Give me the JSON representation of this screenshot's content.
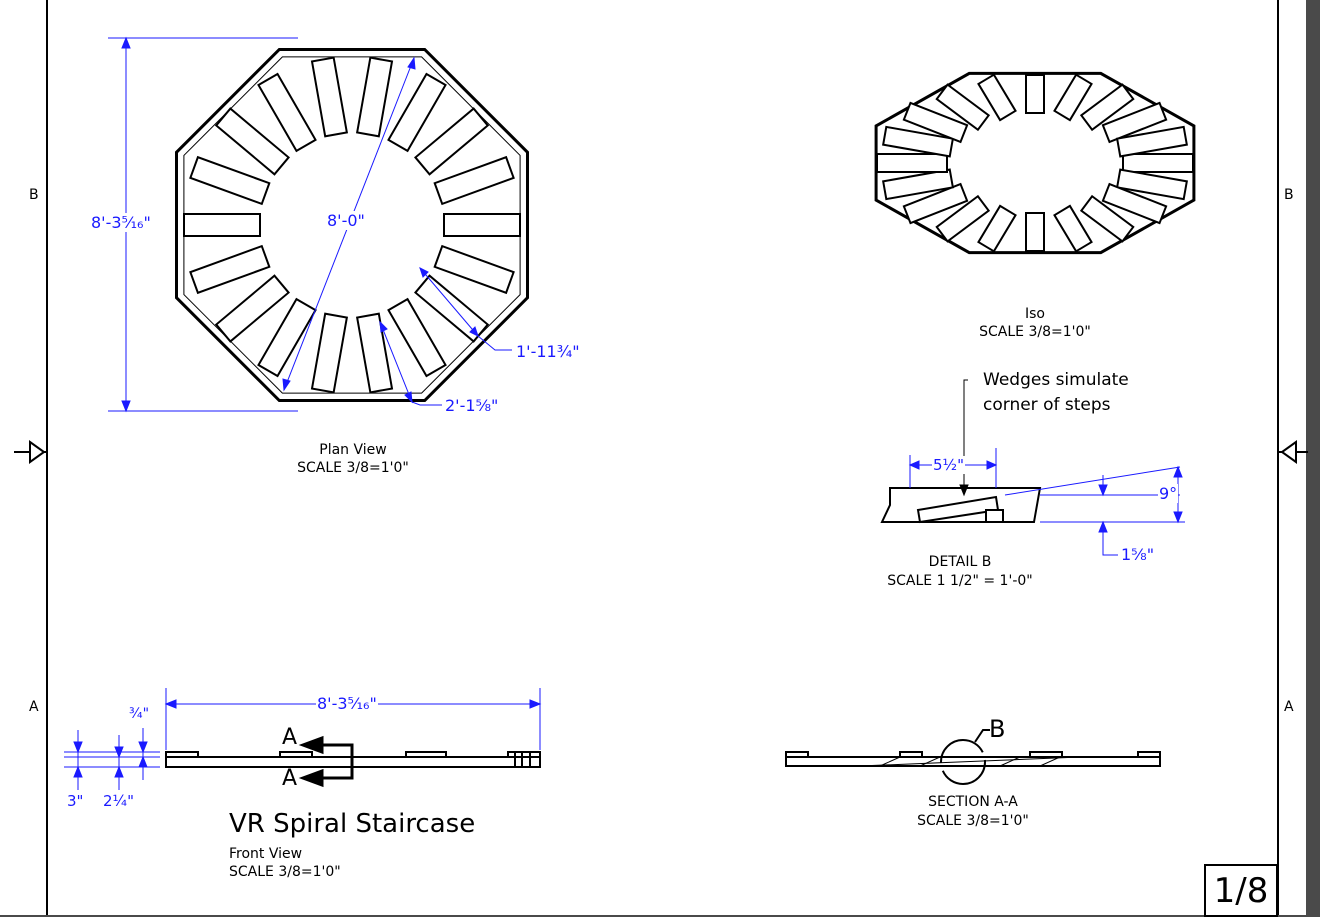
{
  "zones": {
    "left_top": "B",
    "left_bottom": "A",
    "right_top": "B",
    "right_bottom": "A"
  },
  "plan_view": {
    "caption": "Plan View",
    "scale": "SCALE 3/8=1'0\"",
    "dims": {
      "height": "8'-3⁵⁄₁₆\"",
      "diameter": "8'-0\"",
      "step_length": "1'-11¾\"",
      "side": "2'-1⅝\""
    }
  },
  "iso_view": {
    "caption": "Iso",
    "scale": "SCALE 3/8=1'0\""
  },
  "detail_b": {
    "note_line1": "Wedges simulate",
    "note_line2": "corner of steps",
    "caption": "DETAIL  B",
    "scale": "SCALE 1 1/2\" = 1'-0\"",
    "dims": {
      "wedge": "5½\"",
      "angle": "9°",
      "thickness": "1⅝\""
    }
  },
  "front_view": {
    "title": "VR Spiral Staircase",
    "caption": "Front View",
    "scale": "SCALE 3/8=1'0\"",
    "section_label_top": "A",
    "section_label_bottom": "A",
    "dims": {
      "width": "8'-3⁵⁄₁₆\"",
      "top": "¾\"",
      "total": "3\"",
      "mid": "2¼\""
    }
  },
  "section_aa": {
    "callout": "B",
    "caption": "SECTION A-A",
    "scale": "SCALE 3/8=1'0\""
  },
  "sheet_number": "1/8",
  "colors": {
    "dimension": "#1a1aff",
    "line": "#000000",
    "background": "#ffffff"
  }
}
